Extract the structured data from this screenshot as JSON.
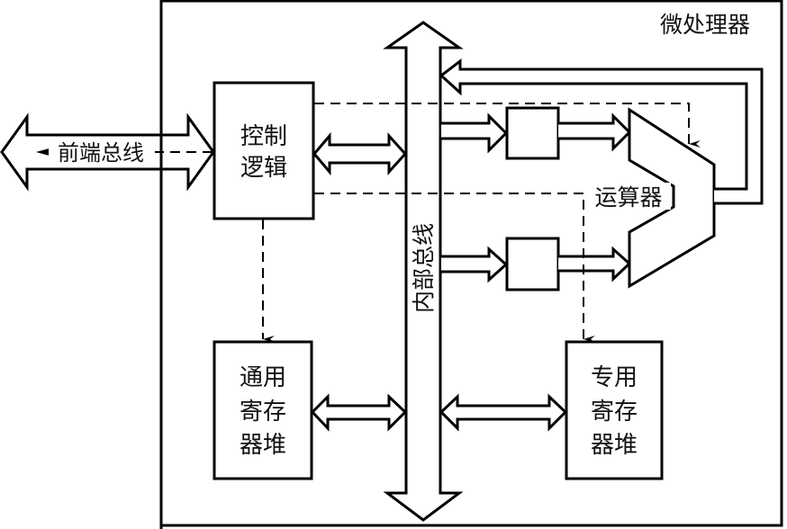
{
  "diagram": {
    "title": "微处理器",
    "colors": {
      "stroke": "#000000",
      "background": "#ffffff",
      "text": "#111111"
    },
    "blocks": {
      "control_logic": {
        "lines": [
          "控制",
          "逻辑"
        ]
      },
      "alu": {
        "label": "运算器"
      },
      "general_registers": {
        "lines": [
          "通用",
          "寄存",
          "器堆"
        ]
      },
      "special_registers": {
        "lines": [
          "专用",
          "寄存",
          "器堆"
        ]
      },
      "operand_register_top": {
        "label": ""
      },
      "operand_register_bottom": {
        "label": ""
      }
    },
    "buses": {
      "front_bus": {
        "label": "前端总线"
      },
      "internal_bus": {
        "label": "内部总线"
      }
    },
    "connections": [
      {
        "from": "front_bus",
        "to": "control_logic",
        "type": "bidirectional-bus"
      },
      {
        "from": "control_logic",
        "to": "internal_bus",
        "type": "bidirectional-bus"
      },
      {
        "from": "internal_bus",
        "to": "operand_register_top",
        "type": "unidirectional-bus"
      },
      {
        "from": "internal_bus",
        "to": "operand_register_bottom",
        "type": "unidirectional-bus"
      },
      {
        "from": "operand_register_top",
        "to": "alu",
        "type": "unidirectional-bus"
      },
      {
        "from": "operand_register_bottom",
        "to": "alu",
        "type": "unidirectional-bus"
      },
      {
        "from": "alu",
        "to": "internal_bus",
        "type": "unidirectional-bus"
      },
      {
        "from": "general_registers",
        "to": "internal_bus",
        "type": "bidirectional-bus"
      },
      {
        "from": "internal_bus",
        "to": "special_registers",
        "type": "bidirectional-bus"
      },
      {
        "from": "control_logic",
        "to": "alu",
        "type": "control-signal"
      },
      {
        "from": "control_logic",
        "to": "special_registers",
        "type": "control-signal"
      },
      {
        "from": "control_logic",
        "to": "general_registers",
        "type": "control-signal"
      },
      {
        "from": "control_logic",
        "to": "front_bus",
        "type": "control-signal"
      }
    ]
  }
}
